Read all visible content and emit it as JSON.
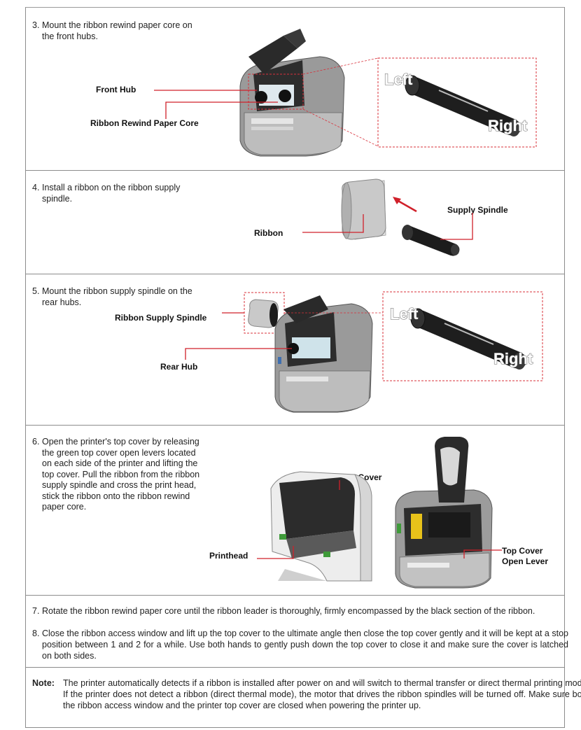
{
  "steps": {
    "s3": {
      "number": "3.",
      "line1": "Mount the ribbon rewind paper core on",
      "line2": "the front hubs.",
      "label_front_hub": "Front Hub",
      "label_core": "Ribbon Rewind Paper Core",
      "zoom_left": "Left",
      "zoom_right": "Right"
    },
    "s4": {
      "number": "4.",
      "line1": "Install a ribbon on the ribbon supply",
      "line2": "spindle.",
      "label_ribbon": "Ribbon",
      "label_spindle": "Supply Spindle"
    },
    "s5": {
      "number": "5.",
      "line1": "Mount the ribbon supply spindle on the",
      "line2": "rear hubs.",
      "label_spindle": "Ribbon Supply Spindle",
      "label_rear_hub": "Rear Hub",
      "zoom_left": "Left",
      "zoom_right": "Right"
    },
    "s6": {
      "number": "6.",
      "lines": [
        "Open the printer's top cover by releasing",
        "the green top cover open levers located",
        "on each side of the printer and lifting the",
        "top cover. Pull the ribbon from the ribbon",
        "supply spindle and cross the print head,",
        "stick the ribbon onto the ribbon rewind",
        "paper core."
      ],
      "label_top_cover": "Printer Top Cover",
      "label_printhead": "Printhead",
      "label_lever_1": "Top Cover",
      "label_lever_2": "Open Lever"
    },
    "s7": {
      "number": "7.",
      "text": "Rotate the ribbon rewind paper core until the ribbon leader is thoroughly, firmly encompassed by the black section of the ribbon."
    },
    "s8": {
      "number": "8.",
      "text": "Close the ribbon access window and lift up the top cover to the ultimate angle then close the top cover gently and it will be kept at a stop position between 1 and 2 for a while. Use both hands to gently push down the top cover to close it and make sure the cover is latched on both sides."
    }
  },
  "note": {
    "label": "Note:",
    "text": "The printer automatically detects if a ribbon is installed after power on and will switch to thermal transfer or direct thermal printing mode. If the printer does not detect a ribbon (direct thermal mode), the motor that drives the ribbon spindles will be turned off. Make sure both the ribbon access window and the printer top cover are closed when powering the printer up."
  },
  "colors": {
    "callout_line": "#d0202a",
    "dashed_box": "#d8303a",
    "border": "#8c8c8c",
    "printer_body": "#8a8a8a",
    "printer_dark": "#2b2b2b",
    "ribbon_roll": "#c9c9c9",
    "spindle": "#1c1c1c",
    "green_lever": "#3f9b3a",
    "yellow_part": "#e8c21a"
  }
}
